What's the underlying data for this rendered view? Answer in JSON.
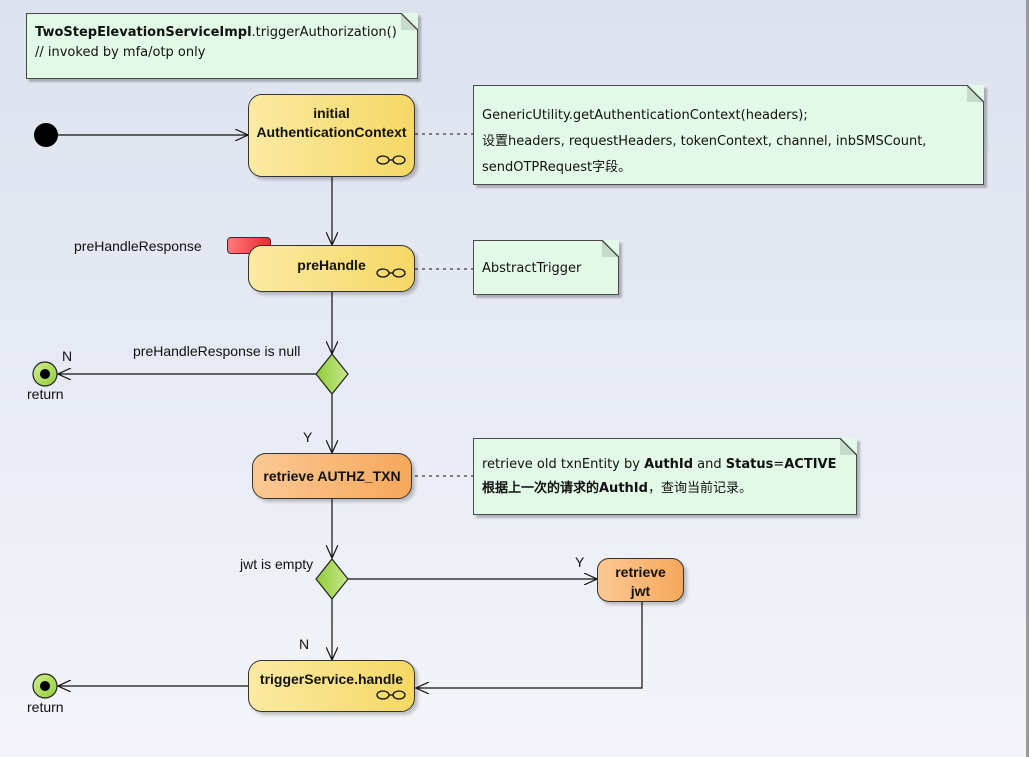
{
  "diagram": {
    "type": "activity",
    "notes": {
      "header": {
        "class_bold": "TwoStepElevationServiceImpl",
        "method": ".triggerAuthorization()",
        "comment": "// invoked by mfa/otp only"
      },
      "auth_context": {
        "line1": "GenericUtility.getAuthenticationContext(headers);",
        "line2": "设置headers, requestHeaders, tokenContext, channel, inbSMSCount,",
        "line3": "sendOTPRequest字段。"
      },
      "abstract_trigger": {
        "text": "AbstractTrigger"
      },
      "retrieve_txn": {
        "l1_a": "retrieve old txnEntity by ",
        "l1_b": "AuthId",
        "l1_c": " and ",
        "l1_d": "Status",
        "l1_e": "=",
        "l1_f": "ACTIVE",
        "l2_a": "根据上一次的请求的AuthId",
        "l2_b": "，查询当前记录。"
      }
    },
    "actions": {
      "initial_ctx": {
        "line1": "initial",
        "line2": "AuthenticationContext"
      },
      "pre_handle": {
        "label": "preHandle"
      },
      "retrieve_authz": {
        "label": "retrieve AUTHZ_TXN"
      },
      "retrieve_jwt": {
        "line1": "retrieve",
        "line2": "jwt"
      },
      "trigger_handle": {
        "label": "triggerService.handle"
      }
    },
    "pin_label": "preHandleResponse",
    "decisions": {
      "prehandle_null": {
        "guard": "preHandleResponse is null",
        "no": "N",
        "yes": "Y"
      },
      "jwt_empty": {
        "guard": "jwt is empty",
        "yes": "Y",
        "no": "N"
      }
    },
    "finals": {
      "return1": "return",
      "return2": "return"
    }
  }
}
